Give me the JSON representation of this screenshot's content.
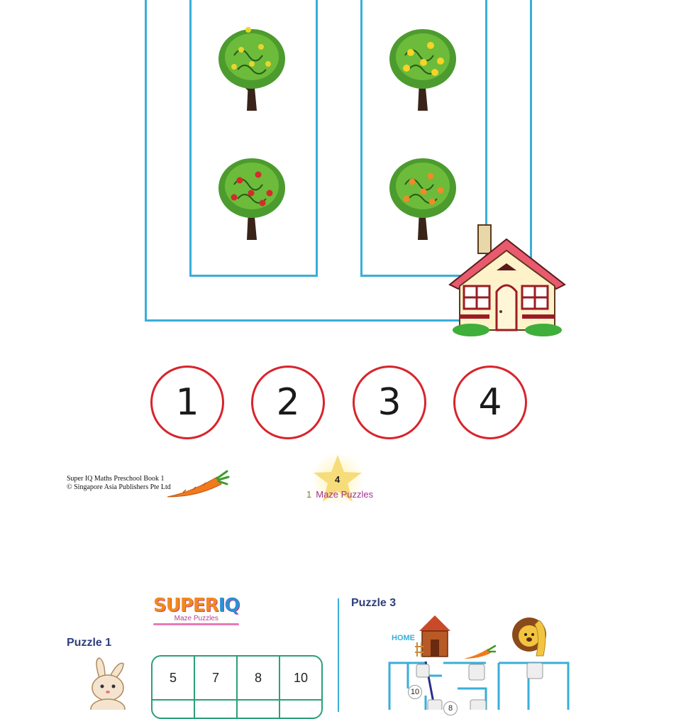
{
  "answer_choices": [
    "1",
    "2",
    "3",
    "4"
  ],
  "footer": {
    "book_title": "Super IQ Maths Preschool Book 1",
    "copyright": "© Singapore Asia Publishers Pte Ltd",
    "page_number": "4",
    "section_number": "1",
    "section_title": "Maze Puzzles"
  },
  "next_page": {
    "brand_super": "SUPER",
    "brand_iq": "IQ",
    "brand_subtitle": "Maze Puzzles",
    "puzzle1_title": "Puzzle 1",
    "puzzle1_row1": [
      "5",
      "7",
      "8",
      "10"
    ],
    "puzzle3_title": "Puzzle 3",
    "puzzle3_home": "HOME",
    "puzzle3_numbers": [
      "10",
      "8"
    ]
  },
  "colors": {
    "maze_line": "#3aaed8",
    "circle_border": "#d8242c",
    "grid_border": "#2aa07a"
  }
}
